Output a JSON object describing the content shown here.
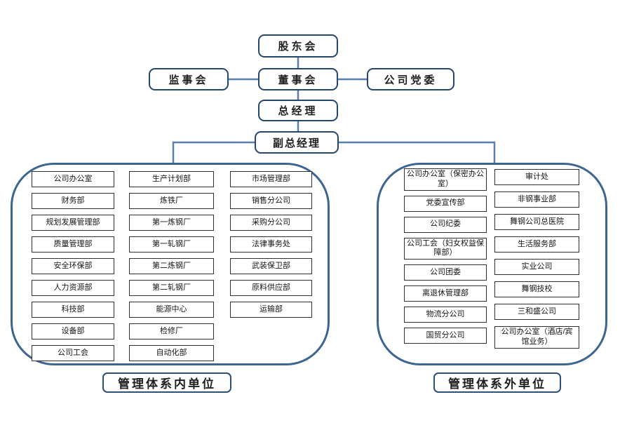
{
  "hierarchy": {
    "shareholders": "股东会",
    "supervisory_board": "监事会",
    "board_of_directors": "董事会",
    "party_committee": "公司党委",
    "general_manager": "总经理",
    "deputy_general_manager": "副总经理"
  },
  "internal_group": {
    "caption": "管理体系内单位",
    "columns": [
      {
        "items": [
          "公司办公室",
          "财务部",
          "规划发展管理部",
          "质量管理部",
          "安全环保部",
          "人力资源部",
          "科技部",
          "设备部",
          "公司工会"
        ]
      },
      {
        "items": [
          "生产计划部",
          "炼铁厂",
          "第一炼钢厂",
          "第一轧钢厂",
          "第二炼钢厂",
          "第二轧钢厂",
          "能源中心",
          "检修厂",
          "自动化部"
        ]
      },
      {
        "items": [
          "市场管理部",
          "销售分公司",
          "采购分公司",
          "法律事务处",
          "武装保卫部",
          "原料供应部",
          "运输部"
        ]
      }
    ]
  },
  "external_group": {
    "caption": "管理体系外单位",
    "columns": [
      {
        "items": [
          "公司办公室（保密办公室）",
          "党委宣传部",
          "公司纪委",
          "公司工会（妇女权益保障部）",
          "公司团委",
          "离退休管理部",
          "物流分公司",
          "国贸分公司"
        ]
      },
      {
        "items": [
          "审计处",
          "非钢事业部",
          "舞钢公司总医院",
          "生活服务部",
          "实业公司",
          "舞钢技校",
          "三和盛公司",
          "公司办公室（酒店/宾馆业务）"
        ]
      }
    ]
  },
  "colors": {
    "node_border": "#24476e",
    "connector_line": "#5b7fad",
    "container_border": "#3d6591",
    "dept_box_border": "#2f2f2f",
    "text": "#1f1f1f",
    "background": "#ffffff"
  }
}
